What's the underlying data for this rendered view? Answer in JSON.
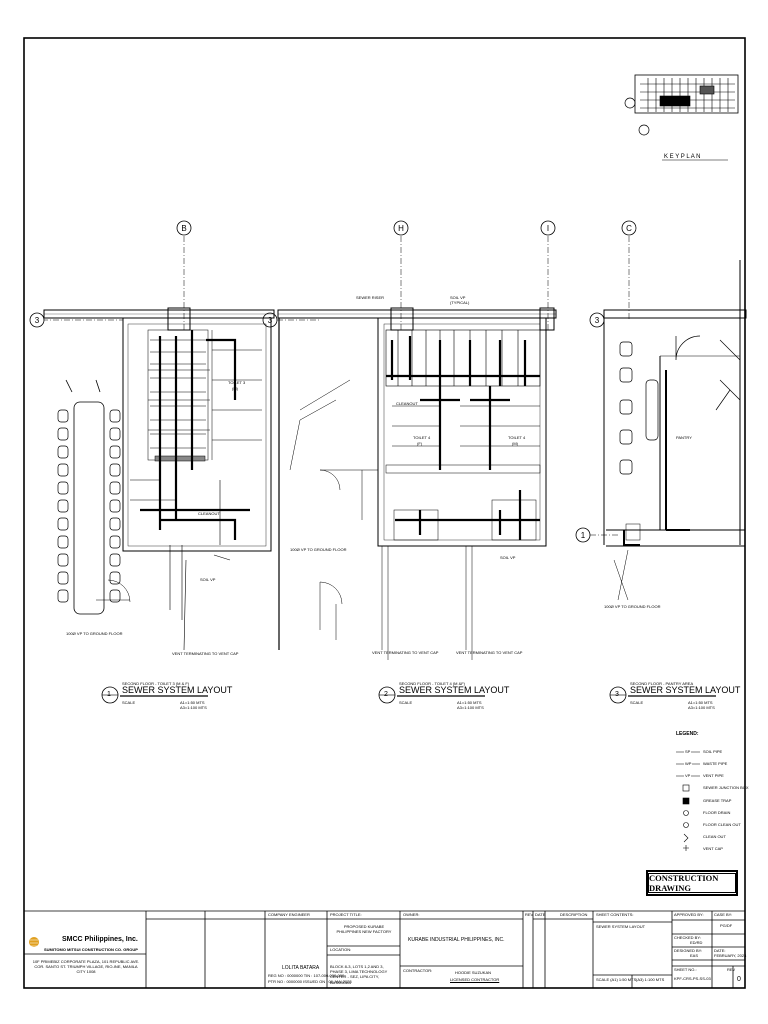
{
  "key_plan": {
    "label": "K E Y   P L A N"
  },
  "grid_bubbles": {
    "B": "B",
    "H": "H",
    "I": "I",
    "C": "C",
    "row3_a": "3",
    "row3_b": "3",
    "row3_c": "3",
    "row1": "1"
  },
  "plan_labels": {
    "toilet3": "TOILET 3",
    "toilet3_sub": "(M)",
    "toilet4f": "TOILET 4",
    "toilet4f_sub": "(F)",
    "toilet4m": "TOILET 4",
    "toilet4m_sub": "(M)",
    "pantry": "PANTRY",
    "sewer_riser": "SEWER RISER",
    "soil_vp": "SOIL VP",
    "typical": "(TYPICAL)",
    "down_to_ground": "100Ø VP TO GROUND FLOOR",
    "vent_terminating": "VENT TERMINATING TO VENT CAP",
    "cleanout": "CLEANOUT"
  },
  "views": [
    {
      "num": "1",
      "title_small": "SECOND FLOOR - TOILET 3 (M & F)",
      "title": "SEWER SYSTEM LAYOUT",
      "scale_label": "SCALE",
      "scale_a1": "A1=1:50 MTS",
      "scale_a3": "A3=1:100 MTS"
    },
    {
      "num": "2",
      "title_small": "SECOND FLOOR - TOILET 4 (M &F)",
      "title": "SEWER SYSTEM LAYOUT",
      "scale_label": "SCALE",
      "scale_a1": "A1=1:50 MTS",
      "scale_a3": "A3=1:100 MTS"
    },
    {
      "num": "3",
      "title_small": "SECOND FLOOR - PANTRY AREA",
      "title": "SEWER SYSTEM LAYOUT",
      "scale_label": "SCALE",
      "scale_a1": "A1=1:50 MTS",
      "scale_a3": "A3=1:100 MTS"
    }
  ],
  "legend": {
    "title": "LEGEND:",
    "items": [
      {
        "sym": "SP",
        "label": "SOIL PIPE"
      },
      {
        "sym": "WP",
        "label": "WASTE PIPE"
      },
      {
        "sym": "VP",
        "label": "VENT PIPE"
      },
      {
        "sym": "",
        "label": "SEWER JUNCTION BOX"
      },
      {
        "sym": "",
        "label": "GREASE TRAP"
      },
      {
        "sym": "",
        "label": "FLOOR DRAIN"
      },
      {
        "sym": "",
        "label": "FLOOR CLEAN OUT"
      },
      {
        "sym": "",
        "label": "CLEAN OUT"
      },
      {
        "sym": "",
        "label": "VENT CAP"
      }
    ]
  },
  "stamp": "CONSTRUCTION DRAWING",
  "title_block": {
    "company": "SMCC Philippines, Inc.",
    "group": "SUMITOMO MITSUI CONSTRUCTION CO. GROUP",
    "address": "10F PRIMEBIZ CORPORATE PLAZA, 101 REPUBLIC AVE. COR. SANTO ST. TRIUMPH VILLAGE, RIO-INE, MANILA CITY 1008",
    "company_engineer_h": "COMPANY ENGINEER",
    "engineer": "LOLITA BATARA",
    "reg_no": "REG NO : 0000000   TIN : 107-000-000-000",
    "ptr_no": "PTR NO : 0000000   ISSUED ON : 00 JAN 2023",
    "project_title_h": "PROJECT TITLE:",
    "project_title": "PROPOSED KURABE PHILIPPINES NEW FACTORY",
    "location_h": "LOCATION:",
    "location": "BLOCK 8-3, LOTS 1,2 AND 3, PHASE 3, LIMA TECHNOLOGY CENTER - SEZ, LIPA CITY, BATANGAS",
    "owner_h": "OWNER:",
    "owner": "KURABE INDUSTRIAL PHILIPPINES, INC.",
    "contractor_h": "CONTRACTOR:",
    "contractor": "HOODIE SUZUKAN",
    "contractor_sub": "LICENSED CONTRACTOR",
    "rev_h": "REV",
    "date_h": "DATE",
    "desc_h": "DESCRIPTION",
    "sheet_contents_h": "SHEET CONTENTS:",
    "sheet_contents": "SEWER SYSTEM LAYOUT",
    "scale_a1": "SCALE  (A1) 1:50 MTS",
    "scale_a3": "(A3) 1:100 MTS",
    "approved_by_h": "APPROVED BY:",
    "approved_by": "",
    "checked_by_h": "CHECKED BY:",
    "checked_by": "ED/RD",
    "designed_by_h": "DESIGNED BY:",
    "designed_by": "EAS",
    "date_right_h": "DATE:",
    "date_right": "FEBRUARY, 2024",
    "sheet_no_h": "SHEET NO.:",
    "sheet_no": "KPF-CRS-PS-SS-03",
    "rev_no_h": "REV",
    "rev_no": "0",
    "case_by_h": "CASE BY:",
    "case_by": "PG/DF"
  }
}
